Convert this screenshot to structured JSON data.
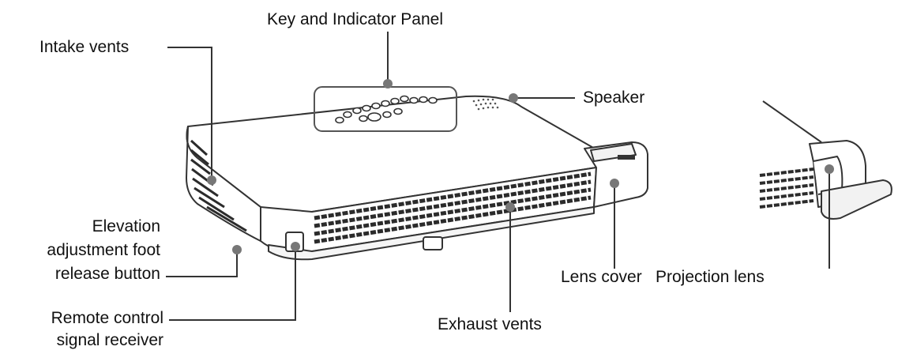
{
  "labels": {
    "key_panel": "Key and Indicator Panel",
    "intake": "Intake vents",
    "speaker": "Speaker",
    "elevation_1": "Elevation",
    "elevation_2": "adjustment foot",
    "elevation_3": "release button",
    "lens_cover": "Lens cover",
    "projection_lens": "Projection lens",
    "remote_1": "Remote control",
    "remote_2": "signal receiver",
    "exhaust": "Exhaust vents"
  },
  "colors": {
    "line": "#333333",
    "body_fill": "#ffffff",
    "vent": "#2b2b2b"
  }
}
